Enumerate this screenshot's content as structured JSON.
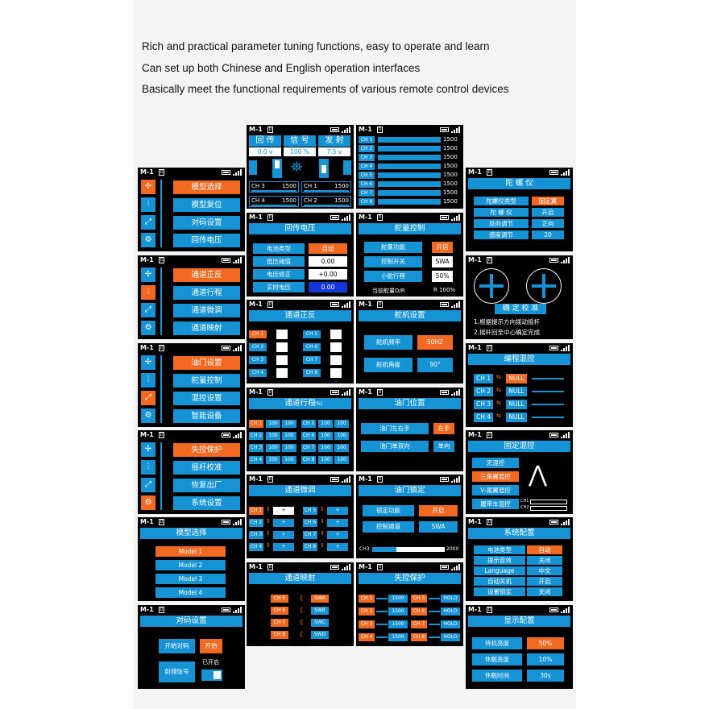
{
  "intro": [
    "Rich and practical parameter tuning functions, easy to operate and learn",
    "Can set up both Chinese and English operation interfaces",
    "Basically meet the functional requirements of various remote control devices"
  ],
  "status": {
    "model": "M-1",
    "icon1": "D"
  },
  "colors": {
    "accent": "#1593d4",
    "highlight": "#f26a22",
    "selected": "#1437d8",
    "background": "#000000"
  },
  "icons": [
    "fan-icon",
    "sliders-icon",
    "wrench-icon",
    "gear-icon"
  ],
  "menus": [
    {
      "items": [
        "模型选择",
        "模型复位",
        "对码设置",
        "回传电压"
      ],
      "active": 0
    },
    {
      "items": [
        "通道正反",
        "通道行程",
        "通道微调",
        "通道映射"
      ],
      "active": 0
    },
    {
      "items": [
        "油门设置",
        "舵量控制",
        "混控设置",
        "智能设备"
      ],
      "active": 0
    },
    {
      "items": [
        "失控保护",
        "摇杆校准",
        "恢复出厂",
        "系统设置"
      ],
      "active": 0
    }
  ],
  "model_select": {
    "title": "模型选择",
    "items": [
      "Model 1",
      "Model 2",
      "Model 3",
      "Model 4"
    ],
    "active": 0
  },
  "pairing": {
    "title": "对码设置",
    "start_label": "开始对码",
    "start_value": "开始",
    "rf_label": "射频信号",
    "rf_state": "已开启"
  },
  "home": {
    "tabs": [
      "回 传",
      "信 号",
      "发 射"
    ],
    "values": [
      "0.0 v",
      "100 %",
      "7.5 v"
    ],
    "channels": [
      {
        "ch": "CH 3",
        "v": "1500"
      },
      {
        "ch": "CH 1",
        "v": "1500"
      },
      {
        "ch": "CH 4",
        "v": "1500"
      },
      {
        "ch": "CH 2",
        "v": "1500"
      }
    ]
  },
  "monitor": {
    "channels": [
      "CH 1",
      "CH 2",
      "CH 3",
      "CH 4",
      "CH 5",
      "CH 6",
      "CH 7",
      "CH 8"
    ],
    "values": [
      "1500",
      "1500",
      "1500",
      "1500",
      "1500",
      "1500",
      "1500",
      "1500"
    ]
  },
  "voltage": {
    "title": "回传电压",
    "rows": [
      {
        "k": "电池类型",
        "v": "自动"
      },
      {
        "k": "低压阈值",
        "v": "0.00"
      },
      {
        "k": "电压修正",
        "v": "+0.00"
      },
      {
        "k": "实时电压",
        "v": "0.00"
      }
    ]
  },
  "rudder": {
    "title": "舵量控制",
    "rows": [
      {
        "k": "舵量功能",
        "v": "开启"
      },
      {
        "k": "控制开关",
        "v": "SWA"
      },
      {
        "k": "小舵行程",
        "v": "50%"
      }
    ],
    "footer_left": "当前舵量D/R",
    "footer_right": "R 100%"
  },
  "reverse": {
    "title": "通道正反",
    "left": [
      "CH 1",
      "CH 2",
      "CH 3",
      "CH 4"
    ],
    "right": [
      "CH 5",
      "CH 6",
      "CH 7",
      "CH 8"
    ]
  },
  "servo": {
    "title": "舵机设置",
    "rows": [
      {
        "k": "舵机频率",
        "v": "50HZ"
      },
      {
        "k": "舵机角度",
        "v": "90°"
      }
    ]
  },
  "travel": {
    "title": "通道行程",
    "title_unit": "(%)",
    "left": [
      "CH 1",
      "CH 2",
      "CH 3",
      "CH 4"
    ],
    "right": [
      "CH 5",
      "CH 6",
      "CH 7",
      "CH 8"
    ],
    "a": "100",
    "b": "100"
  },
  "throttle_pos": {
    "title": "油门位置",
    "rows": [
      {
        "k": "油门左右手",
        "v": "左手"
      },
      {
        "k": "油门单双向",
        "v": "单向"
      }
    ]
  },
  "trim": {
    "title": "通道微调",
    "left": [
      "CH 1",
      "CH 2",
      "CH 3",
      "CH 4"
    ],
    "right": [
      "CH 5",
      "CH 6",
      "CH 7",
      "CH 8"
    ],
    "plus": "+",
    "zero": "0",
    "arrows": "⇕"
  },
  "throttle_lock": {
    "title": "油门锁定",
    "rows": [
      {
        "k": "锁定功能",
        "v": "开启"
      },
      {
        "k": "控制通道",
        "v": "SWA"
      }
    ],
    "bar_left": "CH3",
    "bar_right": "2000"
  },
  "mapping": {
    "title": "通道映射",
    "channels": [
      "CH 5",
      "CH 6",
      "CH 7",
      "CH 8"
    ],
    "switches": [
      "SWA",
      "SWB",
      "SWC",
      "SWD"
    ],
    "arrow": "《"
  },
  "failsafe": {
    "title": "失控保护",
    "left": [
      "CH 1",
      "CH 2",
      "CH 3",
      "CH 4"
    ],
    "right": [
      "CH 5",
      "CH 6",
      "CH 7",
      "CH 8"
    ],
    "lv": "1500",
    "rv": "HOLD"
  },
  "gyro": {
    "title": "陀 螺 仪",
    "rows": [
      {
        "k": "陀螺仪类型",
        "v": "固定翼"
      },
      {
        "k": "陀 螺 仪",
        "v": "开启"
      },
      {
        "k": "反向调节",
        "v": "正向"
      },
      {
        "k": "感度调节",
        "v": "20"
      }
    ]
  },
  "calib": {
    "title": "确 定 校 准",
    "line1": "1.根据提示方向拨动摇杆",
    "line2": "2.摇杆回至中心确定完成"
  },
  "prog_mix": {
    "title": "编程混控",
    "channels": [
      "CH 1",
      "CH 2",
      "CH 3",
      "CH 4"
    ],
    "value": "NULL"
  },
  "fixed_mix": {
    "title": "固定混控",
    "items": [
      "无混控",
      "三角翼混控",
      "V-尾翼混控",
      "履带车混控"
    ],
    "active": 1,
    "mini": [
      "CH1",
      "CH2"
    ]
  },
  "sys_cfg": {
    "title": "系统配置",
    "rows": [
      {
        "k": "电池类型",
        "v": "自动"
      },
      {
        "k": "提示音效",
        "v": "关闭"
      },
      {
        "k": "Language",
        "v": "中文"
      },
      {
        "k": "自动关机",
        "v": "开启"
      },
      {
        "k": "设置锁定",
        "v": "关闭"
      }
    ]
  },
  "disp_cfg": {
    "title": "显示配置",
    "rows": [
      {
        "k": "待机亮度",
        "v": "50%"
      },
      {
        "k": "休眠亮度",
        "v": "10%"
      },
      {
        "k": "休眠时间",
        "v": "30s"
      }
    ]
  }
}
